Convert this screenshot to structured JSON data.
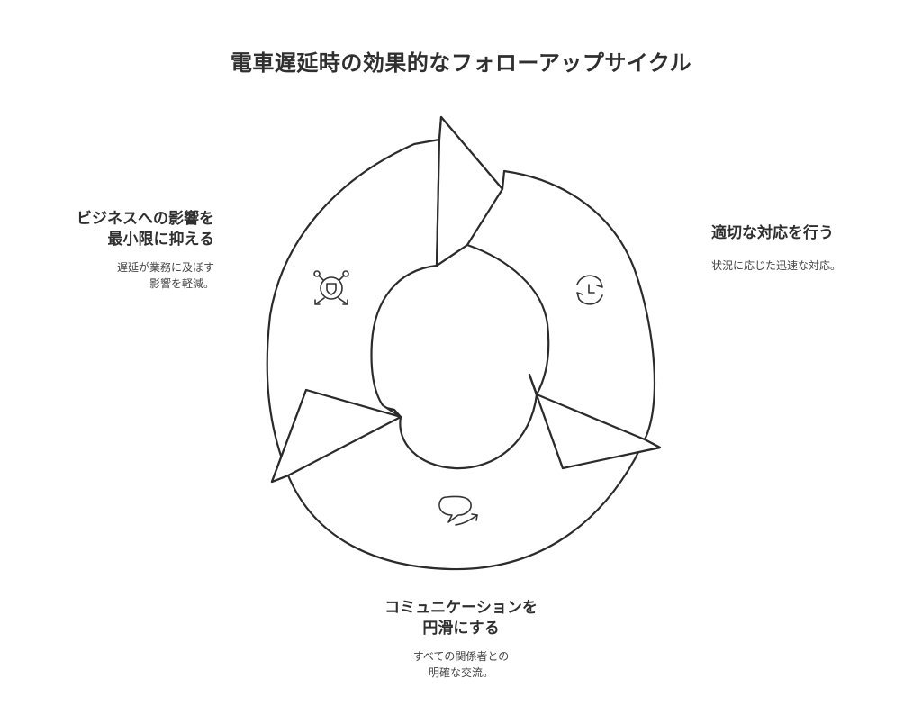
{
  "title": "電車遅延時の効果的なフォローアップサイクル",
  "stages": [
    {
      "title_lines": [
        "適切な対応を行う"
      ],
      "desc_lines": [
        "状況に応じた迅速な対応。"
      ],
      "icon": "clock-refresh-icon"
    },
    {
      "title_lines": [
        "コミュニケーションを",
        "円滑にする"
      ],
      "desc_lines": [
        "すべての関係者との",
        "明確な交流。"
      ],
      "icon": "chat-bubble-arrow-icon"
    },
    {
      "title_lines": [
        "ビジネスへの影響を",
        "最小限に抑える"
      ],
      "desc_lines": [
        "遅延が業務に及ぼす",
        "影響を軽減。"
      ],
      "icon": "shield-network-icon"
    }
  ]
}
